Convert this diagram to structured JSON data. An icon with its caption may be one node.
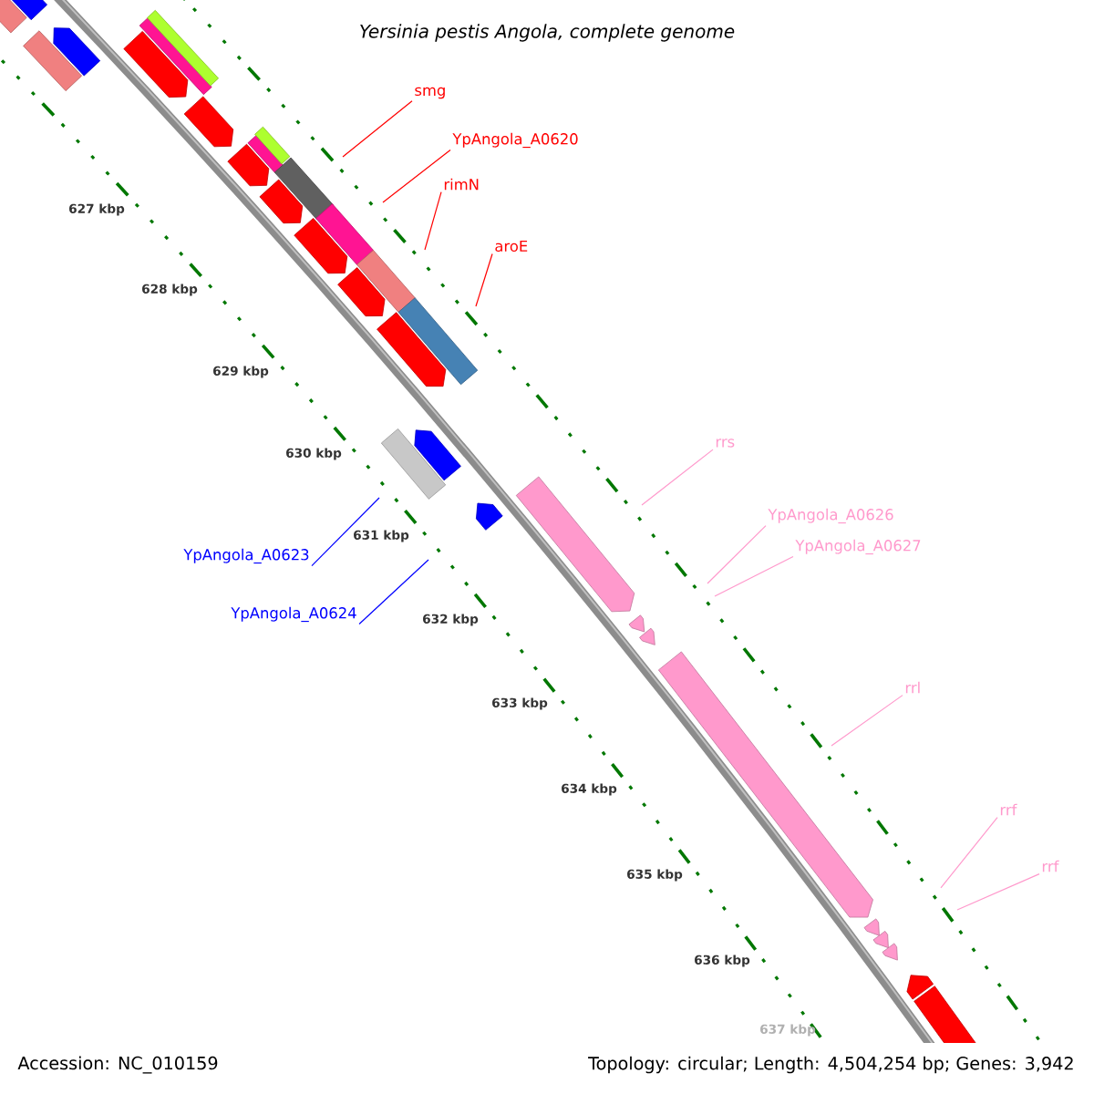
{
  "diagram": {
    "title": "Yersinia pestis Angola, complete genome",
    "nodes": [
      {
        "text": [
          "smg"
        ]
      },
      {
        "text": [
          "YpAngola_A0620"
        ]
      },
      {
        "text": [
          "rimN"
        ]
      },
      {
        "text": [
          "aroE"
        ]
      },
      {
        "text": [
          "rrs"
        ]
      },
      {
        "text": [
          "YpAngola_A0626"
        ]
      },
      {
        "text": [
          "YpAngola_A0627"
        ]
      },
      {
        "text": [
          "YpAngola_A0623"
        ]
      },
      {
        "text": [
          "YpAngola_A0624"
        ]
      },
      {
        "text": [
          "rrl"
        ]
      },
      {
        "text": [
          "rrf"
        ]
      },
      {
        "text": [
          "rrf"
        ]
      }
    ],
    "edges": [
      {
        "from": 0,
        "to": null,
        "arrow": "none",
        "color": "#ff0000"
      },
      {
        "from": 1,
        "to": null,
        "arrow": "none",
        "color": "#ff0000"
      },
      {
        "from": 2,
        "to": null,
        "arrow": "none",
        "color": "#ff0000"
      },
      {
        "from": 3,
        "to": null,
        "arrow": "none",
        "color": "#ff0000"
      },
      {
        "from": 4,
        "to": null,
        "arrow": "none"
      },
      {
        "from": 5,
        "to": null,
        "arrow": "none"
      },
      {
        "from": 6,
        "to": null,
        "arrow": "none"
      },
      {
        "from": 7,
        "to": null,
        "arrow": "none",
        "color": "#0000ff"
      },
      {
        "from": 8,
        "to": null,
        "arrow": "none",
        "color": "#0000ff"
      },
      {
        "from": 9,
        "to": null,
        "arrow": "none"
      },
      {
        "from": 10,
        "to": null,
        "arrow": "none"
      },
      {
        "from": 11,
        "to": null,
        "arrow": "none"
      }
    ],
    "labels": [
      "627 kbp",
      "628 kbp",
      "629 kbp",
      "630 kbp",
      "631 kbp",
      "632 kbp",
      "633 kbp",
      "634 kbp",
      "635 kbp",
      "636 kbp",
      "637 kbp",
      "Accession: NC_010159",
      "Topology: circular; Length: 4,504,254 bp; Genes: 3,942"
    ]
  }
}
